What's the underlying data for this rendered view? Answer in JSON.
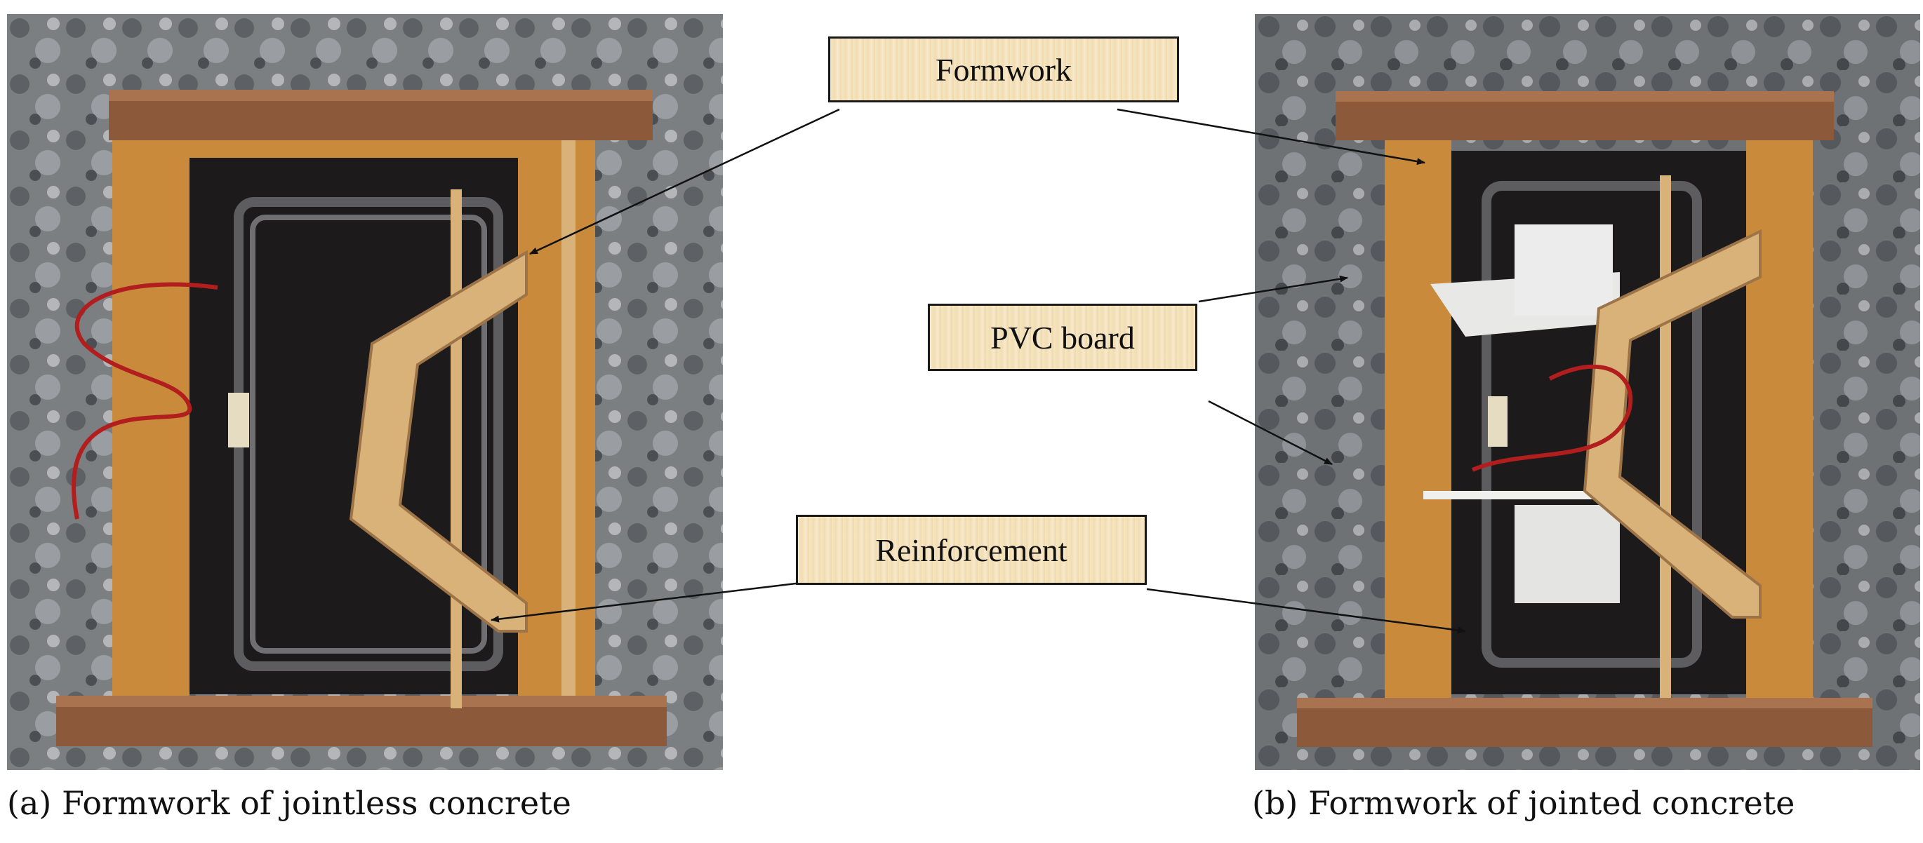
{
  "labels": {
    "formwork": "Formwork",
    "pvc_board": "PVC board",
    "reinforcement": "Reinforcement"
  },
  "captions": {
    "a": "(a) Formwork of jointless concrete",
    "b": "(b) Formwork of jointed concrete"
  },
  "colors": {
    "wood": "#c98a3c",
    "wood_light": "#d9b27a",
    "pallet": "#8c5a3a",
    "interior": "#1c1a1a",
    "rebar": "#5d5d5f",
    "ground": "#7c7c7c",
    "pvc": "#e8e8e6",
    "wire": "#b21d1d",
    "label_bg": "#f5e6c4",
    "arrow": "#111111"
  }
}
